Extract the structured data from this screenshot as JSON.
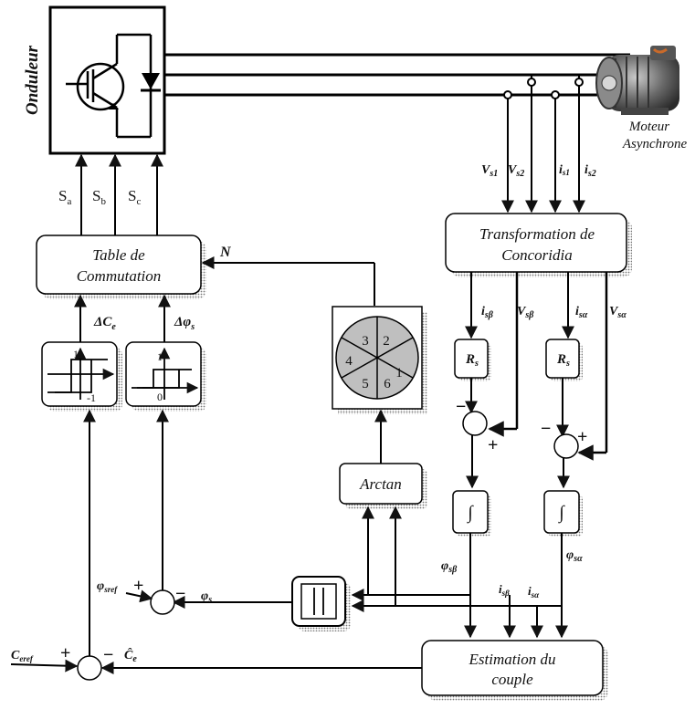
{
  "blocks": {
    "inverter": "Onduleur",
    "motor_line1": "Moteur",
    "motor_line2": "Asynchrone",
    "table_line1": "Table de",
    "table_line2": "Commutation",
    "concordia_line1": "Transformation de",
    "concordia_line2": "Concoridia",
    "arctan": "Arctan",
    "estimation_line1": "Estimation du",
    "estimation_line2": "couple",
    "rs": "R",
    "rs_sub": "s",
    "integrator": "∫"
  },
  "signals": {
    "sa": "S",
    "sa_sub": "a",
    "sb": "S",
    "sb_sub": "b",
    "sc": "S",
    "sc_sub": "c",
    "n": "N",
    "delta_ce": "ΔC",
    "delta_ce_sub": "e",
    "delta_phi": "Δφ",
    "delta_phi_sub": "s",
    "vs1": "V",
    "vs1_sub": "s1",
    "vs2": "V",
    "vs2_sub": "s2",
    "is1": "i",
    "is1_sub": "s1",
    "is2": "i",
    "is2_sub": "s2",
    "i_sbeta": "i",
    "i_sbeta_sub": "sβ",
    "v_sbeta": "V",
    "v_sbeta_sub": "sβ",
    "i_salpha": "i",
    "i_salpha_sub": "sα",
    "v_salpha": "V",
    "v_salpha_sub": "sα",
    "phi_sbeta": "φ",
    "phi_sbeta_sub": "sβ",
    "phi_salpha": "φ",
    "phi_salpha_sub": "sα",
    "est_i_sbeta": "i",
    "est_i_sbeta_sub": "sβ",
    "est_i_salpha": "i",
    "est_i_salpha_sub": "sα",
    "phi_sref": "φ",
    "phi_sref_sub": "sref",
    "phi_s": "φ",
    "phi_s_sub": "s",
    "ce_ref": "C",
    "ce_ref_sub": "eref",
    "ce_hat": "Ĉ",
    "ce_hat_sub": "e"
  },
  "hysteresis": {
    "torque_top": "1",
    "torque_bottom": "-1",
    "flux_top": "1",
    "flux_bottom": "0"
  },
  "sectors": [
    "1",
    "2",
    "3",
    "4",
    "5",
    "6"
  ],
  "signs": {
    "plus": "+",
    "minus": "−"
  }
}
